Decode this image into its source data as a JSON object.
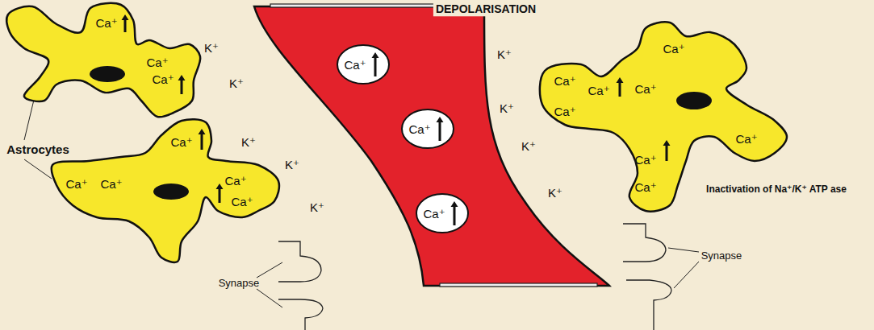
{
  "diagram": {
    "nodes": [
      {
        "text": [
          "Ca⁺",
          "Ca⁺",
          "Ca⁺"
        ]
      },
      {
        "text": [
          "Ca⁺",
          "Ca⁺",
          "Ca⁺",
          "Ca⁺",
          "Ca⁺"
        ]
      },
      {
        "text": [
          "Ca⁺"
        ]
      },
      {
        "text": [
          "Ca⁺"
        ]
      },
      {
        "text": [
          "Ca⁺"
        ]
      },
      {
        "text": [
          "Ca⁺",
          "Ca⁺",
          "Ca⁺",
          "Ca⁺",
          "Ca⁺",
          "Ca⁺",
          "Ca⁺",
          "Ca⁺"
        ]
      }
    ],
    "labels": [
      "DEPOLARISATION",
      "K⁺",
      "K⁺",
      "Astrocytes",
      "K⁺",
      "K⁺",
      "K⁺",
      "Synapse",
      "K⁺",
      "K⁺",
      "K⁺",
      "K⁺",
      "Inactivation of Na⁺/K⁺ ATP ase",
      "Synapse"
    ]
  }
}
